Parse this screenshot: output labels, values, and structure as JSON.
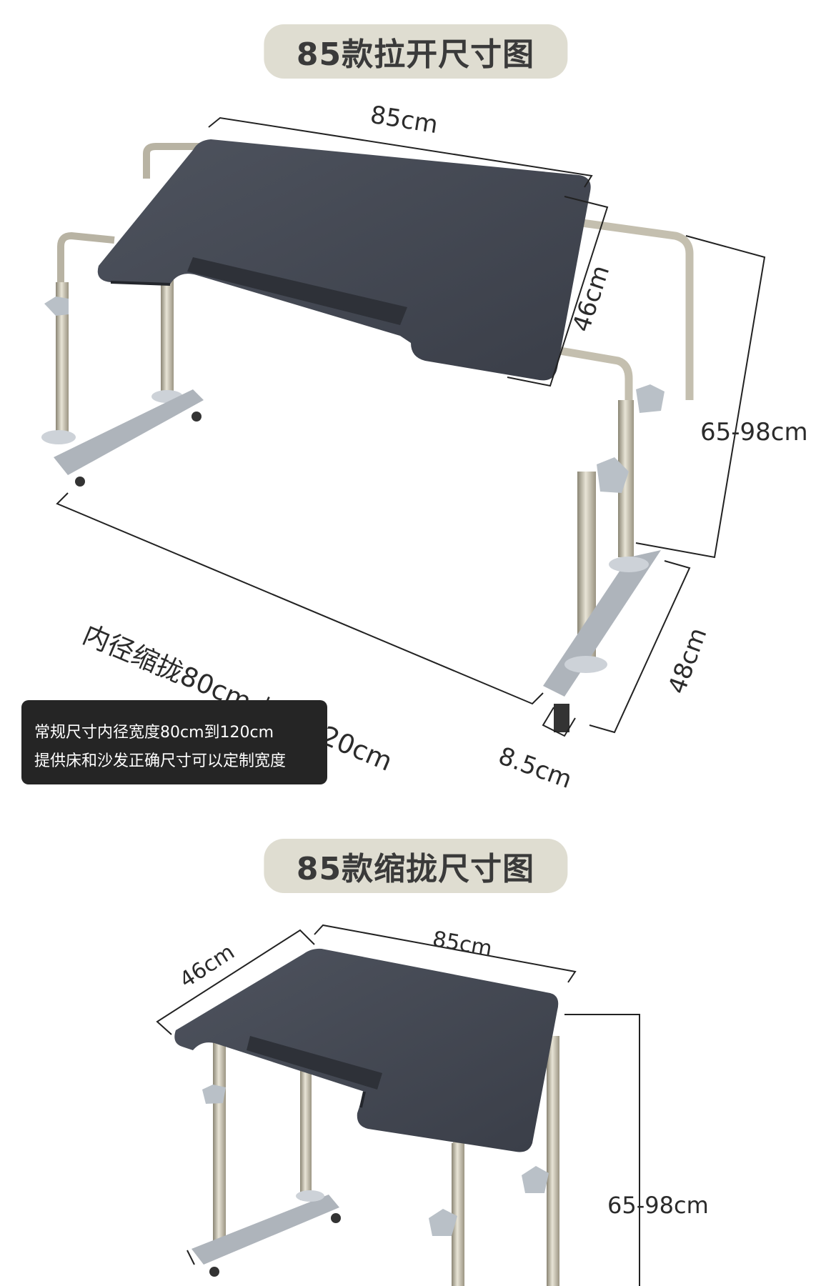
{
  "section_expanded": {
    "title": "85款拉开尺寸图",
    "dims": {
      "top_width": "85cm",
      "top_depth": "46cm",
      "height": "65-98cm",
      "base_length": "48cm",
      "base_width": "8.5cm",
      "inner_span": "内径缩拢80cm-拉开120cm"
    },
    "note": {
      "line1": "常规尺寸内径宽度80cm到120cm",
      "line2": "提供床和沙发正确尺寸可以定制宽度"
    }
  },
  "section_collapsed": {
    "title": "85款缩拢尺寸图",
    "dims": {
      "top_width": "85cm",
      "top_depth": "46cm",
      "height": "65-98cm"
    }
  }
}
